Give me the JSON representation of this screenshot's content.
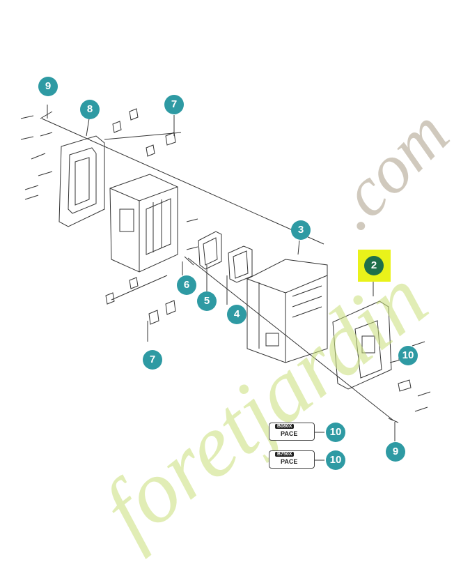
{
  "callouts": {
    "c9_top": "9",
    "c8": "8",
    "c7_top": "7",
    "c3": "3",
    "c2": "2",
    "c6": "6",
    "c5": "5",
    "c4": "4",
    "c7_bottom": "7",
    "c10_right": "10",
    "c10_label1": "10",
    "c10_label2": "10",
    "c9_bottom": "9"
  },
  "labels": {
    "label1_model": "B080X",
    "label1_brand": "PACE",
    "label2_model": "B750X",
    "label2_brand": "PACE"
  },
  "watermark": {
    "text_main": "foretjardin",
    "text_suffix": ".com"
  },
  "colors": {
    "callout_teal": "#2e9aa3",
    "callout_highlight": "#1e6f4a",
    "highlight_box": "#e9f21a",
    "watermark_green": "#c9e07a",
    "watermark_orange": "#f2c089",
    "watermark_grey": "#b7ad9a"
  }
}
